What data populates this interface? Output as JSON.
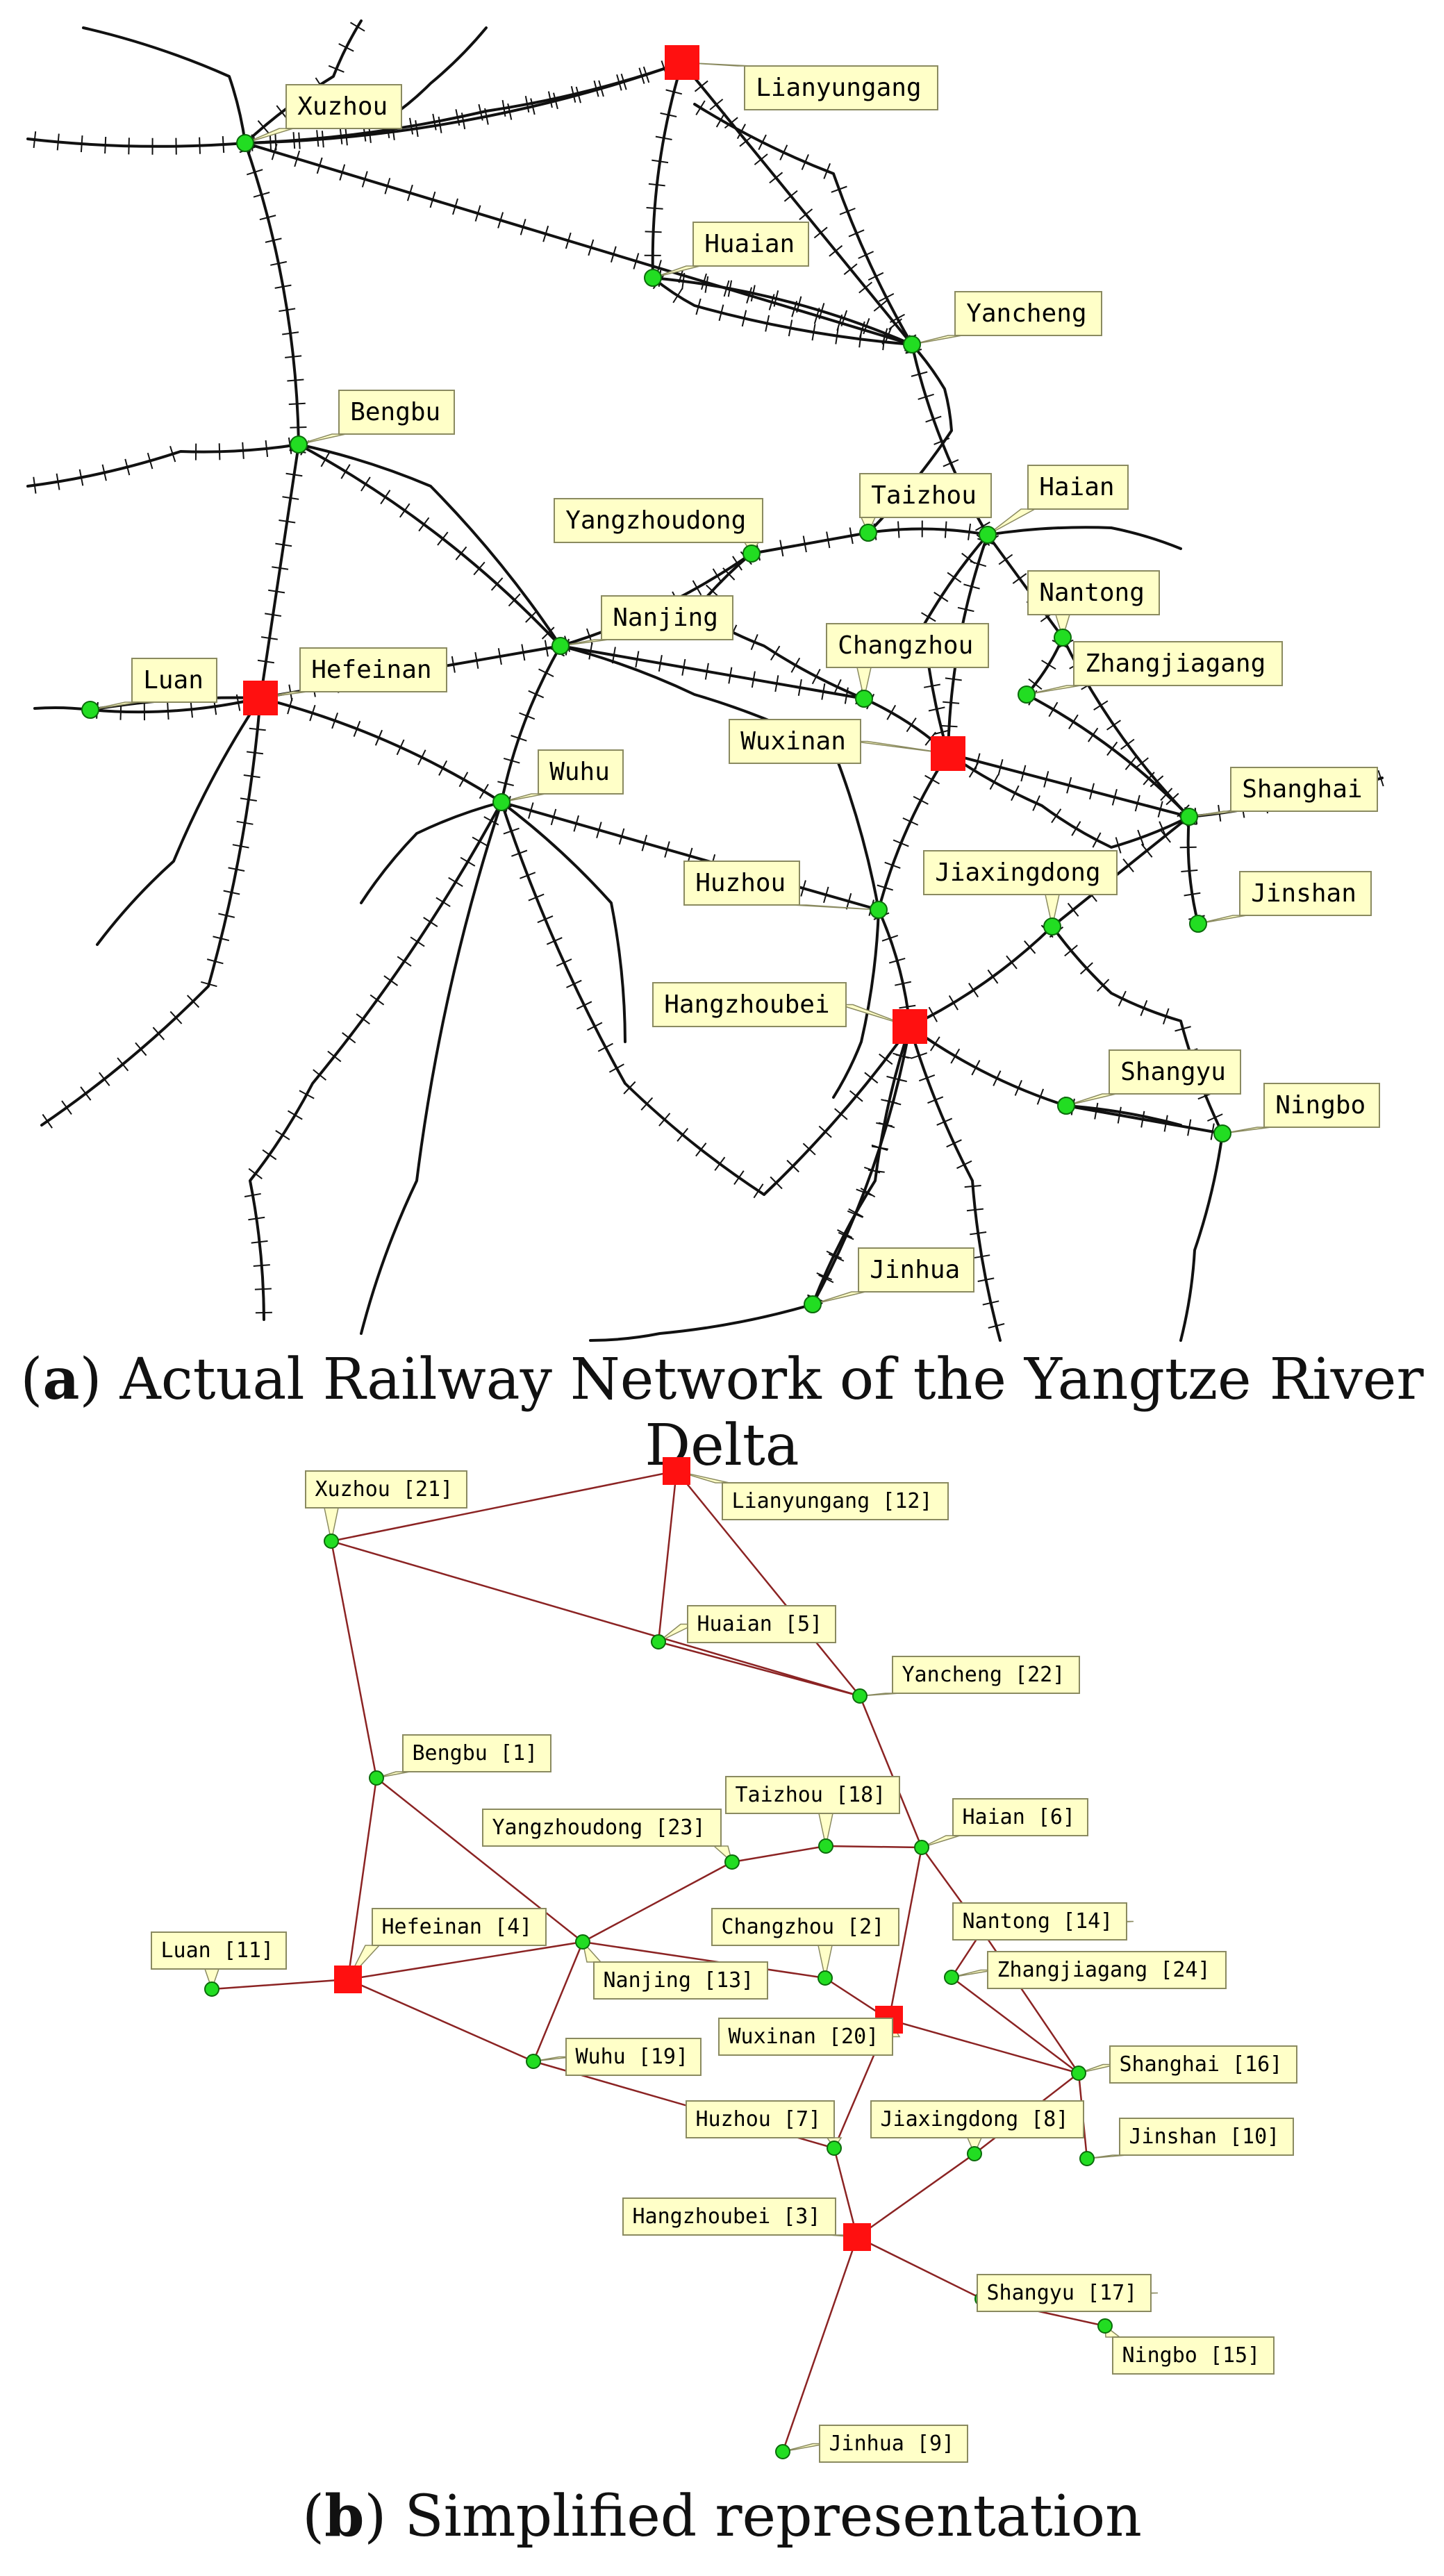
{
  "captions": {
    "a": {
      "letter": "a",
      "text": "Actual Railway Network of the Yangtze River Delta"
    },
    "b": {
      "letter": "b",
      "text": "Simplified representation"
    }
  },
  "colors": {
    "rail": "#111111",
    "edge": "#8b2323",
    "node_station": "#22dd22",
    "node_hub": "#ff1010",
    "label_fill": "#ffffc8"
  },
  "stations": [
    {
      "id": "xuzhou",
      "name": "Xuzhou",
      "b_label": "Xuzhou [21]",
      "hub": false
    },
    {
      "id": "lianyungang",
      "name": "Lianyungang",
      "b_label": "Lianyungang [12]",
      "hub": true
    },
    {
      "id": "huaian",
      "name": "Huaian",
      "b_label": "Huaian [5]",
      "hub": false
    },
    {
      "id": "yancheng",
      "name": "Yancheng",
      "b_label": "Yancheng [22]",
      "hub": false
    },
    {
      "id": "bengbu",
      "name": "Bengbu",
      "b_label": "Bengbu [1]",
      "hub": false
    },
    {
      "id": "yangzhoudong",
      "name": "Yangzhoudong",
      "b_label": "Yangzhoudong [23]",
      "hub": false
    },
    {
      "id": "taizhou",
      "name": "Taizhou",
      "b_label": "Taizhou [18]",
      "hub": false
    },
    {
      "id": "haian",
      "name": "Haian",
      "b_label": "Haian [6]",
      "hub": false
    },
    {
      "id": "nantong",
      "name": "Nantong",
      "b_label": "Nantong [14]",
      "hub": false
    },
    {
      "id": "nanjing",
      "name": "Nanjing",
      "b_label": "Nanjing [13]",
      "hub": false
    },
    {
      "id": "changzhou",
      "name": "Changzhou",
      "b_label": "Changzhou [2]",
      "hub": false
    },
    {
      "id": "zhangjiagang",
      "name": "Zhangjiagang",
      "b_label": "Zhangjiagang [24]",
      "hub": false
    },
    {
      "id": "luan",
      "name": "Luan",
      "b_label": "Luan [11]",
      "hub": false
    },
    {
      "id": "hefeinan",
      "name": "Hefeinan",
      "b_label": "Hefeinan [4]",
      "hub": true
    },
    {
      "id": "wuxinan",
      "name": "Wuxinan",
      "b_label": "Wuxinan [20]",
      "hub": true
    },
    {
      "id": "wuhu",
      "name": "Wuhu",
      "b_label": "Wuhu [19]",
      "hub": false
    },
    {
      "id": "shanghai",
      "name": "Shanghai",
      "b_label": "Shanghai [16]",
      "hub": false
    },
    {
      "id": "huzhou",
      "name": "Huzhou",
      "b_label": "Huzhou [7]",
      "hub": false
    },
    {
      "id": "jiaxingdong",
      "name": "Jiaxingdong",
      "b_label": "Jiaxingdong [8]",
      "hub": false
    },
    {
      "id": "jinshan",
      "name": "Jinshan",
      "b_label": "Jinshan [10]",
      "hub": false
    },
    {
      "id": "hangzhoubei",
      "name": "Hangzhoubei",
      "b_label": "Hangzhoubei [3]",
      "hub": true
    },
    {
      "id": "shangyu",
      "name": "Shangyu",
      "b_label": "Shangyu [17]",
      "hub": false
    },
    {
      "id": "ningbo",
      "name": "Ningbo",
      "b_label": "Ningbo [15]",
      "hub": false
    },
    {
      "id": "jinhua",
      "name": "Jinhua",
      "b_label": "Jinhua [9]",
      "hub": false
    }
  ],
  "edges": [
    [
      "xuzhou",
      "lianyungang"
    ],
    [
      "xuzhou",
      "yancheng"
    ],
    [
      "xuzhou",
      "bengbu"
    ],
    [
      "lianyungang",
      "huaian"
    ],
    [
      "lianyungang",
      "yancheng"
    ],
    [
      "huaian",
      "yancheng"
    ],
    [
      "yancheng",
      "haian"
    ],
    [
      "bengbu",
      "hefeinan"
    ],
    [
      "bengbu",
      "nanjing"
    ],
    [
      "luan",
      "hefeinan"
    ],
    [
      "hefeinan",
      "nanjing"
    ],
    [
      "hefeinan",
      "wuhu"
    ],
    [
      "nanjing",
      "yangzhoudong"
    ],
    [
      "yangzhoudong",
      "taizhou"
    ],
    [
      "taizhou",
      "haian"
    ],
    [
      "haian",
      "wuxinan"
    ],
    [
      "nanjing",
      "changzhou"
    ],
    [
      "changzhou",
      "wuxinan"
    ],
    [
      "nanjing",
      "wuhu"
    ],
    [
      "wuhu",
      "huzhou"
    ],
    [
      "huzhou",
      "hangzhoubei"
    ],
    [
      "wuxinan",
      "huzhou"
    ],
    [
      "wuxinan",
      "shanghai"
    ],
    [
      "nantong",
      "zhangjiagang"
    ],
    [
      "nantong",
      "shanghai"
    ],
    [
      "haian",
      "nantong"
    ],
    [
      "zhangjiagang",
      "shanghai"
    ],
    [
      "shanghai",
      "jinshan"
    ],
    [
      "shanghai",
      "jiaxingdong"
    ],
    [
      "jiaxingdong",
      "hangzhoubei"
    ],
    [
      "hangzhoubei",
      "shangyu"
    ],
    [
      "shangyu",
      "ningbo"
    ],
    [
      "hangzhoubei",
      "jinhua"
    ]
  ]
}
